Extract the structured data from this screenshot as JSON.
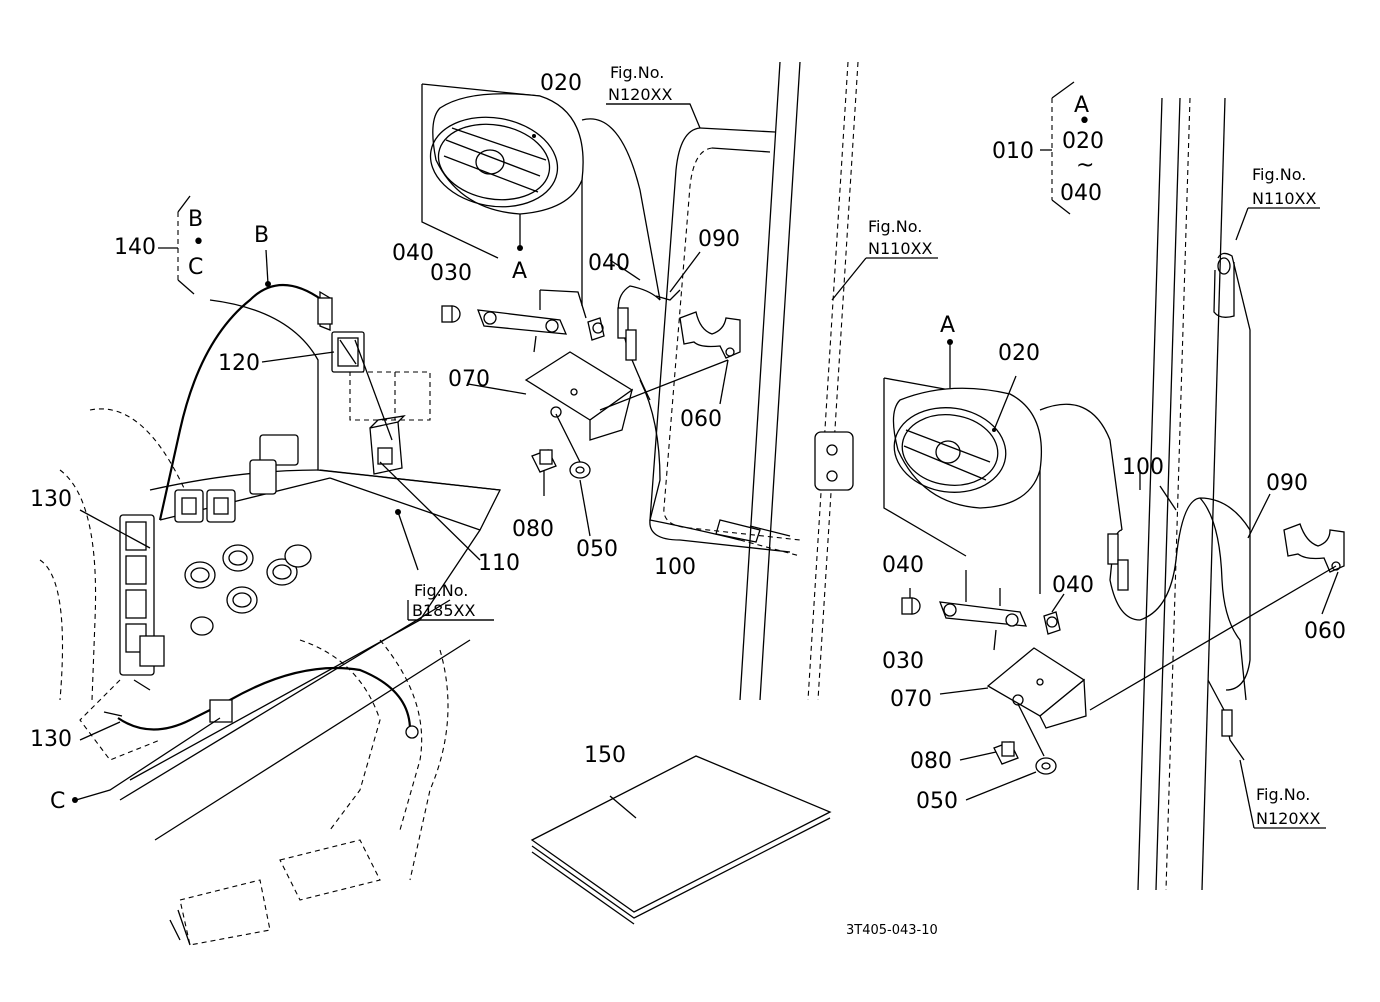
{
  "diagram_code": "3T405-043-10",
  "refs": {
    "fig": "Fig.No.",
    "n120": "N120XX",
    "n110": "N110XX",
    "b185": "B185XX"
  },
  "labels": {
    "p010": "010",
    "p020": "020",
    "p030": "030",
    "p040": "040",
    "p050": "050",
    "p060": "060",
    "p070": "070",
    "p080": "080",
    "p090": "090",
    "p100": "100",
    "p110": "110",
    "p120": "120",
    "p130": "130",
    "p140": "140",
    "p150": "150",
    "A": "A",
    "B": "B",
    "C": "C",
    "dot": "•",
    "tilde": "~"
  }
}
